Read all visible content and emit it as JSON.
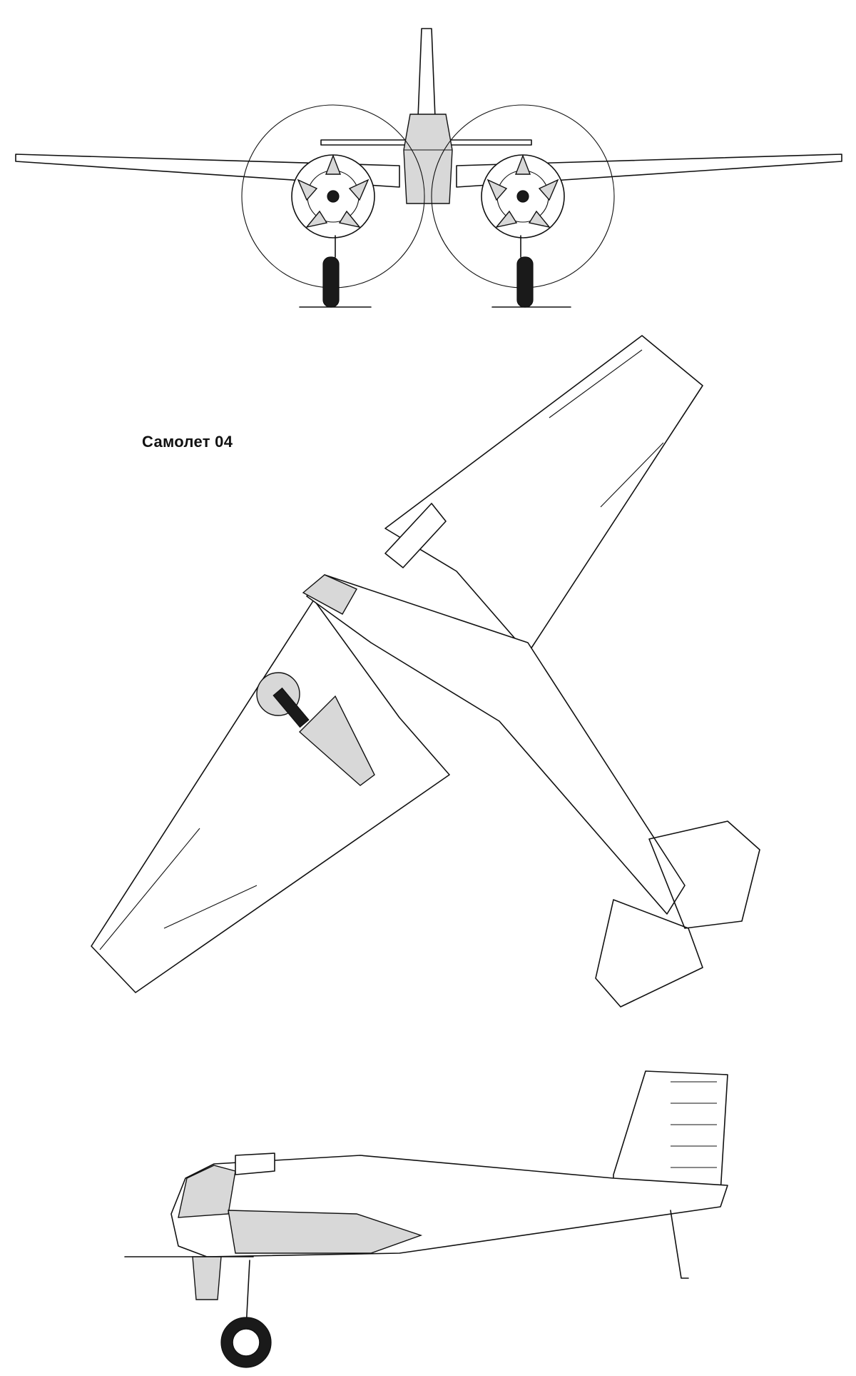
{
  "drawing": {
    "caption": "Самолет 04",
    "views": [
      "front-view",
      "top-view",
      "side-view"
    ]
  }
}
